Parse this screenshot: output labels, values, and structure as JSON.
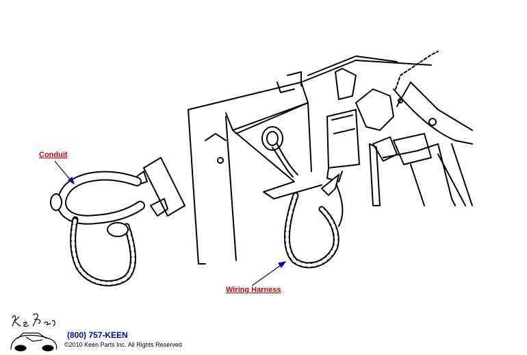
{
  "callouts": {
    "conduit": "Conduit",
    "wiring_harness": "Wiring Harness"
  },
  "footer": {
    "logo_text": "Keen Parts",
    "phone": "(800) 757-KEEN",
    "copyright": "©2010 Keen Parts Inc. All Rights Reserved"
  },
  "colors": {
    "callout_text": "#cc0000",
    "arrow": "#0000aa",
    "phone_text": "#0000aa",
    "line_art": "#000000"
  },
  "icons": {
    "logo": "keen-parts-car-logo"
  }
}
